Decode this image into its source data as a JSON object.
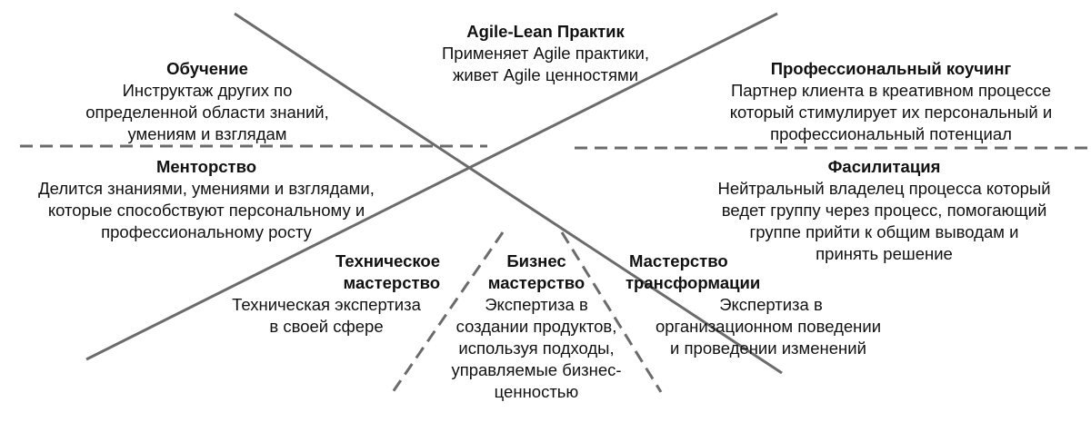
{
  "colors": {
    "line": "#6b6b6b",
    "text": "#111111",
    "background": "#ffffff"
  },
  "sections": {
    "agile": {
      "title": "Agile-Lean Практик",
      "lines": [
        "Применяет Agile практики,",
        "живет Agile ценностями"
      ]
    },
    "teaching": {
      "title": "Обучение",
      "lines": [
        "Инструктаж других по",
        "определенной области знаний,",
        "умениям и взглядам"
      ]
    },
    "coaching": {
      "title": "Профессиональный коучинг",
      "lines": [
        "Партнер клиента в креативном процессе",
        "который стимулирует их персональный и",
        "профессиональный потенциал"
      ]
    },
    "mentoring": {
      "title": "Менторство",
      "lines": [
        "Делится знаниями, умениями и взглядами,",
        "которые способствуют персональному и",
        "профессиональному росту"
      ]
    },
    "facilitation": {
      "title": "Фасилитация",
      "lines": [
        "Нейтральный владелец процесса который",
        "ведет группу через процесс, помогающий",
        "группе прийти к общим выводам и",
        "принять решение"
      ]
    },
    "technical": {
      "title_lines": [
        "Техническое",
        "мастерство"
      ],
      "lines": [
        "Техническая экспертиза",
        "в своей сфере"
      ]
    },
    "business": {
      "title_lines": [
        "Бизнес",
        "мастерство"
      ],
      "lines": [
        "Экспертиза в",
        "создании продуктов,",
        "используя подходы,",
        "управляемые бизнес-",
        "ценностью"
      ]
    },
    "transformation": {
      "title_lines": [
        "Мастерство",
        "трансформации"
      ],
      "lines": [
        "Экспертиза в",
        "организационном поведении",
        "и проведении изменений"
      ]
    }
  }
}
